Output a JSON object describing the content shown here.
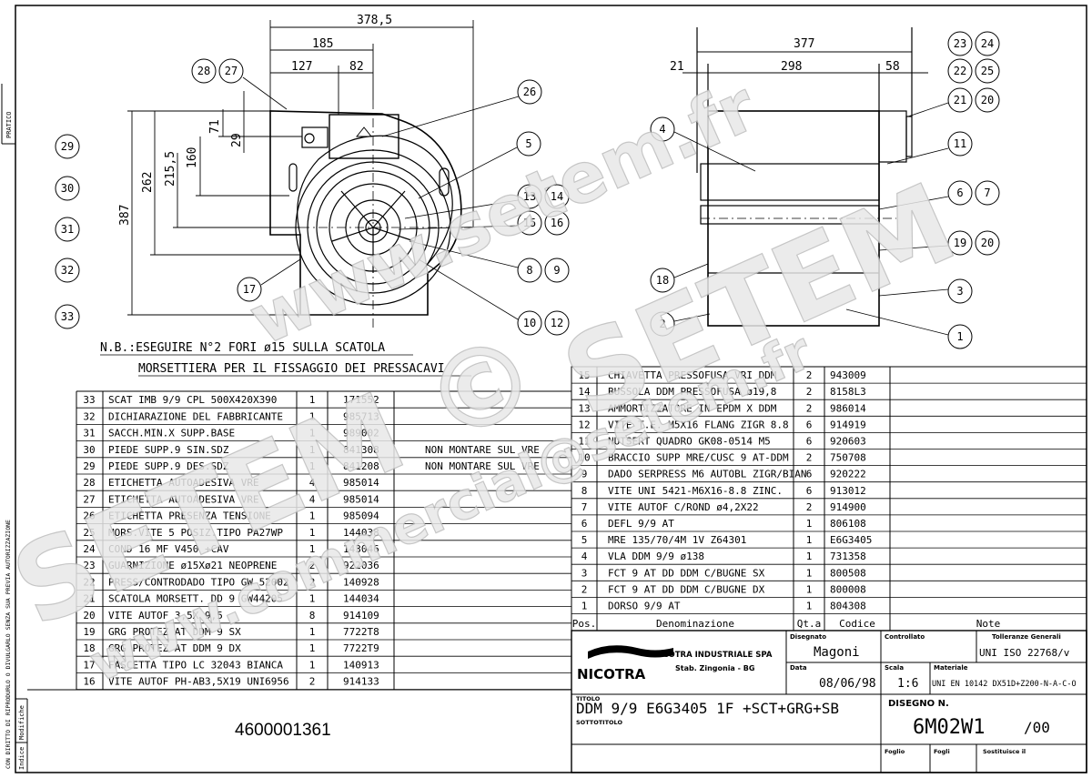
{
  "side_labels": {
    "pratico": "PRATICO",
    "copyright": "CON DIRITTO DI RIPRODURLO O DIVULGARLO SENZA SUA PREVIA AUTORIZZAZIONE",
    "modifiche": "Modifiche",
    "indice": "Indice"
  },
  "dimensions": {
    "front_total_width": "378,5",
    "front_185": "185",
    "front_127": "127",
    "front_82": "82",
    "front_height_387": "387",
    "front_height_262": "262",
    "front_height_215": "215,5",
    "front_height_160": "160",
    "front_height_71": "71",
    "front_height_29": "29",
    "side_total_width": "377",
    "side_21": "21",
    "side_298": "298",
    "side_58": "58"
  },
  "balloons": {
    "b28": "28",
    "b27": "27",
    "b26": "26",
    "b5": "5",
    "b13": "13",
    "b14": "14",
    "b15": "15",
    "b16": "16",
    "b8": "8",
    "b9": "9",
    "b10": "10",
    "b12": "12",
    "b17": "17",
    "b29": "29",
    "b30": "30",
    "b31": "31",
    "b32": "32",
    "b33": "33",
    "b23": "23",
    "b24": "24",
    "b22": "22",
    "b25": "25",
    "b21": "21",
    "b20": "20",
    "b4": "4",
    "b11": "11",
    "b6": "6",
    "b7": "7",
    "b19": "19",
    "b20b": "20",
    "b18": "18",
    "b3": "3",
    "b2": "2",
    "b1": "1"
  },
  "note": {
    "line1": "N.B.:ESEGUIRE N°2 FORI ø15 SULLA SCATOLA",
    "line2": "MORSETTIERA PER IL FISSAGGIO DEI PRESSACAVI"
  },
  "watermarks": {
    "w1": "www.setem.fr",
    "w2": "SETEM",
    "w3": "SETEM ©",
    "w4": "www.commercial@setem.fr"
  },
  "bom_left": [
    {
      "pos": "33",
      "desc": "SCAT IMB 9/9 CPL 500X420X390",
      "qty": "1",
      "code": "171552",
      "note": ""
    },
    {
      "pos": "32",
      "desc": "DICHIARAZIONE DEL FABBRICANTE",
      "qty": "1",
      "code": "985713",
      "note": ""
    },
    {
      "pos": "31",
      "desc": "SACCH.MIN.X SUPP.BASE",
      "qty": "1",
      "code": "989002",
      "note": ""
    },
    {
      "pos": "30",
      "desc": "PIEDE SUPP.9 SIN.SDZ",
      "qty": "1",
      "code": "841308",
      "note": "NON MONTARE SUL VRE"
    },
    {
      "pos": "29",
      "desc": "PIEDE SUPP.9 DES.SDZ",
      "qty": "1",
      "code": "841208",
      "note": "NON MONTARE SUL VRE"
    },
    {
      "pos": "28",
      "desc": "ETICHETTA AUTOADESIVA VRE",
      "qty": "4",
      "code": "985014",
      "note": ""
    },
    {
      "pos": "27",
      "desc": "ETICHETTA AUTOADESIVA VRE",
      "qty": "4",
      "code": "985014",
      "note": ""
    },
    {
      "pos": "26",
      "desc": "ETICHETTA PRESENZA TENSIONE",
      "qty": "1",
      "code": "985094",
      "note": ""
    },
    {
      "pos": "25",
      "desc": "MORS.VITE 5 POSIZ.TIPO PA27WP",
      "qty": "1",
      "code": "144038",
      "note": ""
    },
    {
      "pos": "24",
      "desc": "COND 16   MF V450 +CAV",
      "qty": "1",
      "code": "143046",
      "note": ""
    },
    {
      "pos": "23",
      "desc": "GUARNIZIONE ø15Xø21 NEOPRENE",
      "qty": "2",
      "code": "922036",
      "note": ""
    },
    {
      "pos": "22",
      "desc": "PRESS/CONTRODADO TIPO GW 52002",
      "qty": "2",
      "code": "140928",
      "note": ""
    },
    {
      "pos": "21",
      "desc": "SCATOLA MORSETT. DD 9  GW44205",
      "qty": "1",
      "code": "144034",
      "note": ""
    },
    {
      "pos": "20",
      "desc": "VITE AUTOF 3,5X 9,5",
      "qty": "8",
      "code": "914109",
      "note": ""
    },
    {
      "pos": "19",
      "desc": "GRG PROTEZ AT DDM 9 SX",
      "qty": "1",
      "code": "7722T8",
      "note": ""
    },
    {
      "pos": "18",
      "desc": "GRG PROTEZ AT DDM 9 DX",
      "qty": "1",
      "code": "7722T9",
      "note": ""
    },
    {
      "pos": "17",
      "desc": "FASCETTA TIPO LC 32043 BIANCA",
      "qty": "1",
      "code": "140913",
      "note": ""
    },
    {
      "pos": "16",
      "desc": "VITE AUTOF PH-AB3,5X19 UNI6956",
      "qty": "2",
      "code": "914133",
      "note": ""
    }
  ],
  "bom_right": [
    {
      "pos": "15",
      "desc": "CHIAVETTA PRESSOFUSA VRI DDM",
      "qty": "2",
      "code": "943009",
      "note": ""
    },
    {
      "pos": "14",
      "desc": "BUSSOLA DDM PRESSOFUSA ø19,8",
      "qty": "2",
      "code": "8158L3",
      "note": ""
    },
    {
      "pos": "13",
      "desc": "AMMORTIZZATORE IN EPDM X DDM",
      "qty": "2",
      "code": "986014",
      "note": ""
    },
    {
      "pos": "12",
      "desc": "VITE T.E. M5X16 FLANG ZIGR 8.8",
      "qty": "6",
      "code": "914919",
      "note": ""
    },
    {
      "pos": "11",
      "desc": "NUTSERT QUADRO GK08-0514 M5",
      "qty": "6",
      "code": "920603",
      "note": ""
    },
    {
      "pos": "10",
      "desc": "BRACCIO SUPP MRE/CUSC 9 AT-DDM",
      "qty": "2",
      "code": "750708",
      "note": ""
    },
    {
      "pos": "9",
      "desc": "DADO SERPRESS M6 AUTOBL ZIGR/BIAN",
      "qty": "6",
      "code": "920222",
      "note": ""
    },
    {
      "pos": "8",
      "desc": "VITE UNI 5421-M6X16-8.8 ZINC.",
      "qty": "6",
      "code": "913012",
      "note": ""
    },
    {
      "pos": "7",
      "desc": "VITE AUTOF C/ROND ø4,2X22",
      "qty": "2",
      "code": "914900",
      "note": ""
    },
    {
      "pos": "6",
      "desc": "DEFL 9/9 AT",
      "qty": "1",
      "code": "806108",
      "note": ""
    },
    {
      "pos": "5",
      "desc": "MRE 135/70/4M 1V Z64301",
      "qty": "1",
      "code": "E6G3405",
      "note": ""
    },
    {
      "pos": "4",
      "desc": "VLA DDM 9/9 ø138",
      "qty": "1",
      "code": "731358",
      "note": ""
    },
    {
      "pos": "3",
      "desc": "FCT 9 AT DD DDM C/BUGNE SX",
      "qty": "1",
      "code": "800508",
      "note": ""
    },
    {
      "pos": "2",
      "desc": "FCT 9 AT DD DDM C/BUGNE DX",
      "qty": "1",
      "code": "800008",
      "note": ""
    },
    {
      "pos": "1",
      "desc": "DORSO 9/9 AT",
      "qty": "1",
      "code": "804308",
      "note": ""
    }
  ],
  "bom_header": {
    "pos": "Pos.",
    "desc": "Denominazione",
    "qty": "Qt.a",
    "code": "Codice",
    "note": "Note"
  },
  "title_block": {
    "company": "NICOTRA INDUSTRIALE SPA",
    "plant": "Stab. Zingonia - BG",
    "logo_text": "NICOTRA",
    "disegnato_label": "Disegnato",
    "disegnato_value": "Magoni",
    "controllato_label": "Controllato",
    "tolleranze_label": "Tolleranze Generali",
    "tolleranze_value": "UNI ISO 22768/v",
    "data_label": "Data",
    "data_value": "08/06/98",
    "scala_label": "Scala",
    "scala_value": "1:6",
    "materiale_label": "Materiale",
    "materiale_value": "UNI EN 10142 DX51D+Z200-N-A-C-O",
    "titolo_label": "TITOLO",
    "titolo_value": "DDM 9/9 E6G3405 1F +SCT+GRG+SB",
    "sottotitolo_label": "SOTTOTITOLO",
    "disegno_label": "DISEGNO N.",
    "disegno_value": "6M02W1",
    "revision": "/00",
    "foglio_label": "Foglio",
    "fogli_label": "Fogli",
    "sostituisce_label": "Sostituisce il",
    "doc_number": "4600001361"
  }
}
